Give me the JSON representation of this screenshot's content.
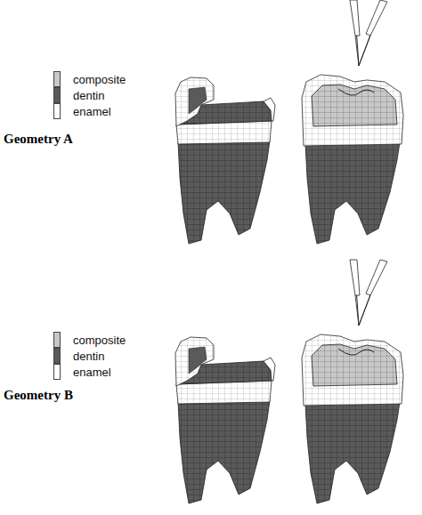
{
  "diagram": {
    "labels": [
      "Geometry A",
      "Geometry B"
    ],
    "legend": [
      {
        "text": "composite",
        "color": "#c8c8c8"
      },
      {
        "text": "dentin",
        "color": "#5a5a5a"
      },
      {
        "text": "enamel",
        "color": "#ffffff"
      },
      {
        "text": "composite",
        "color": "#c8c8c8"
      },
      {
        "text": "dentin",
        "color": "#5a5a5a"
      },
      {
        "text": "enamel",
        "color": "#ffffff"
      }
    ]
  }
}
